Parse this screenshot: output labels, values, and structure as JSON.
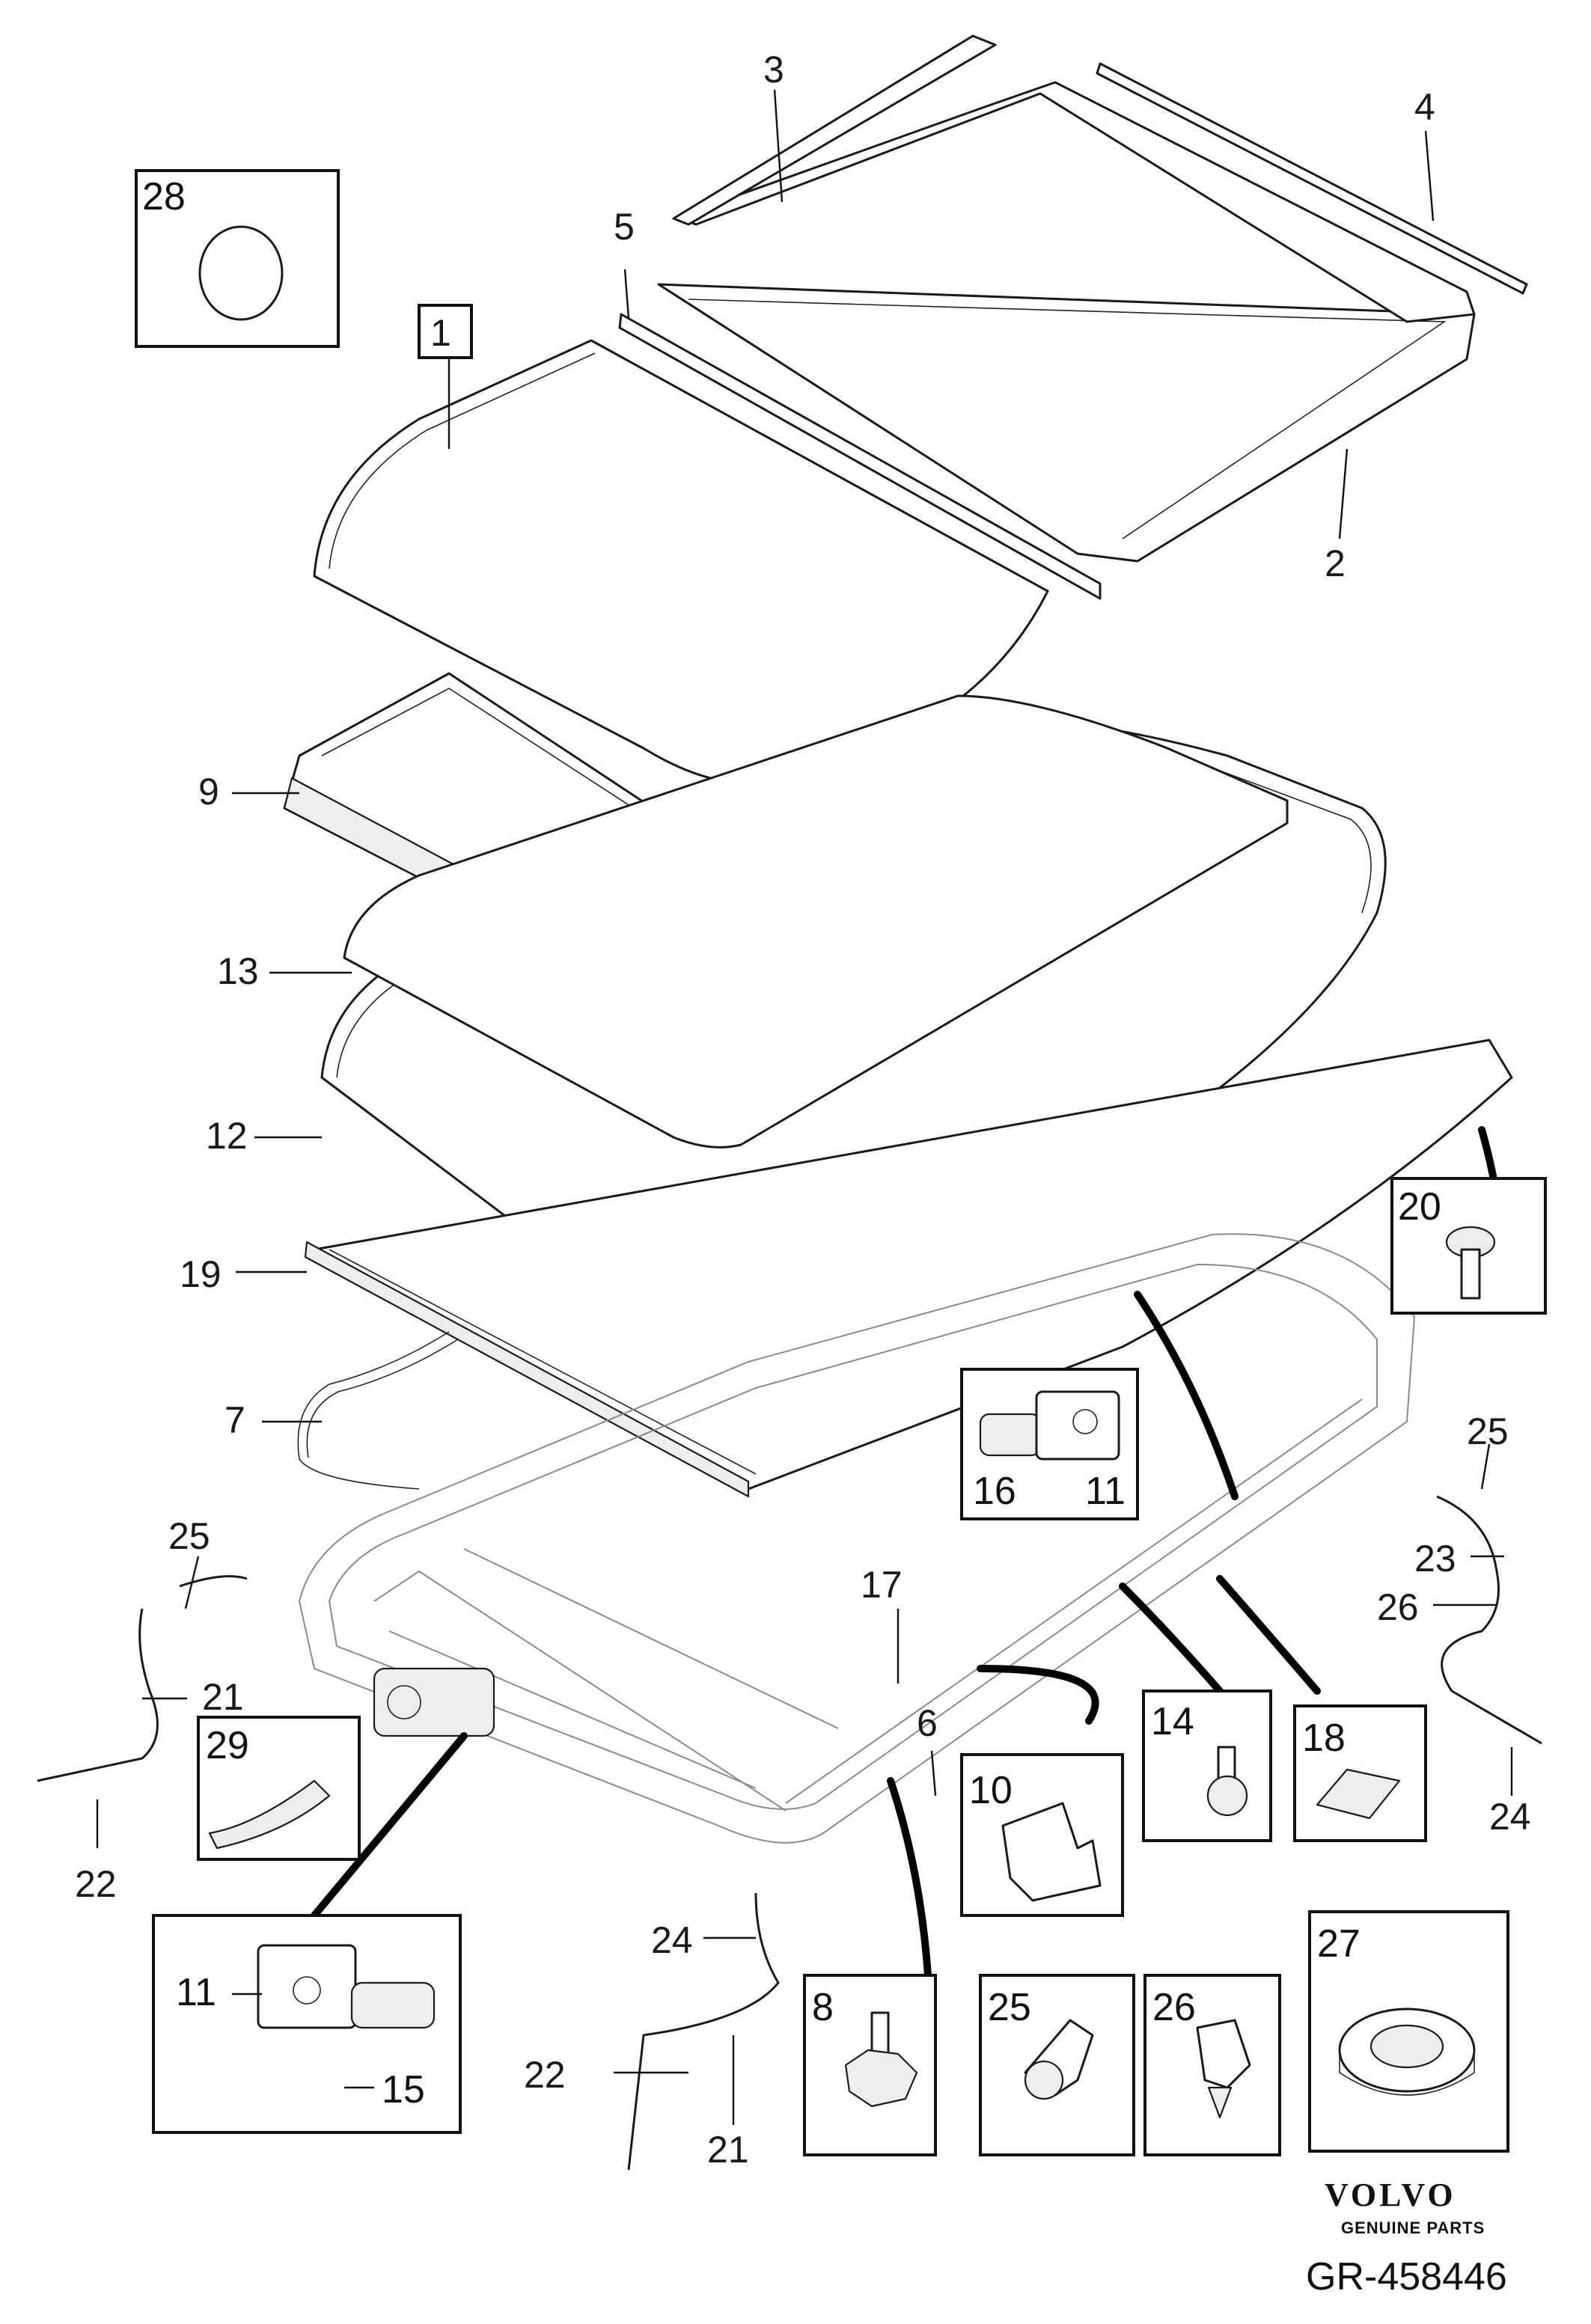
{
  "callouts": {
    "c1": "1",
    "c2": "2",
    "c3": "3",
    "c4": "4",
    "c5": "5",
    "c6": "6",
    "c7": "7",
    "c9": "9",
    "c12": "12",
    "c13": "13",
    "c17": "17",
    "c19": "19",
    "c21a": "21",
    "c21b": "21",
    "c22a": "22",
    "c22b": "22",
    "c23": "23",
    "c24a": "24",
    "c24b": "24",
    "c25a": "25",
    "c25b": "25",
    "c26": "26"
  },
  "insets": {
    "i8": "8",
    "i10": "10",
    "i11a": "11",
    "i11b": "11",
    "i14": "14",
    "i15": "15",
    "i16": "16",
    "i18": "18",
    "i20": "20",
    "i25": "25",
    "i26": "26",
    "i27": "27",
    "i28": "28",
    "i29": "29"
  },
  "brand": {
    "name": "VOLVO",
    "sub": "GENUINE PARTS"
  },
  "reference": "GR-458446",
  "colors": {
    "line": "#1a1a1a",
    "fill": "#ffffff",
    "shade": "#ededed"
  }
}
